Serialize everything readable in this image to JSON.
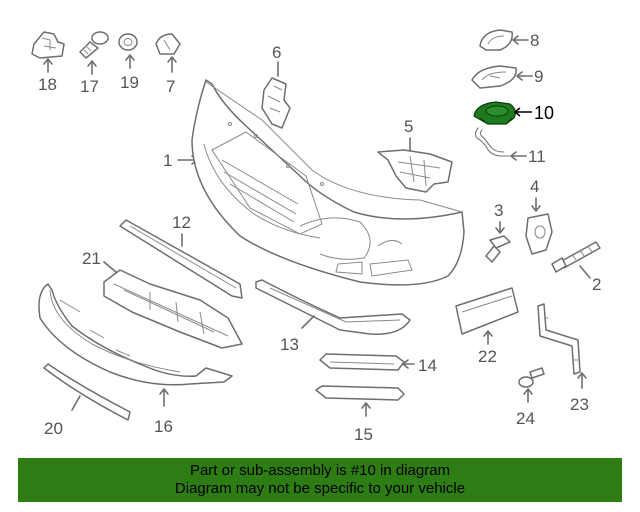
{
  "callouts": {
    "c1": "1",
    "c2": "2",
    "c3": "3",
    "c4": "4",
    "c5": "5",
    "c6": "6",
    "c7": "7",
    "c8": "8",
    "c9": "9",
    "c10": "10",
    "c11": "11",
    "c12": "12",
    "c13": "13",
    "c14": "14",
    "c15": "15",
    "c16": "16",
    "c17": "17",
    "c18": "18",
    "c19": "19",
    "c20": "20",
    "c21": "21",
    "c22": "22",
    "c23": "23",
    "c24": "24"
  },
  "banner": {
    "line1": "Part or sub-assembly is #10 in diagram",
    "line2": "Diagram may not be specific to your vehicle"
  },
  "colors": {
    "banner_bg": "#2e7d14",
    "highlight_part": "#1f7a1f",
    "line_art": "#6e6e6e"
  }
}
